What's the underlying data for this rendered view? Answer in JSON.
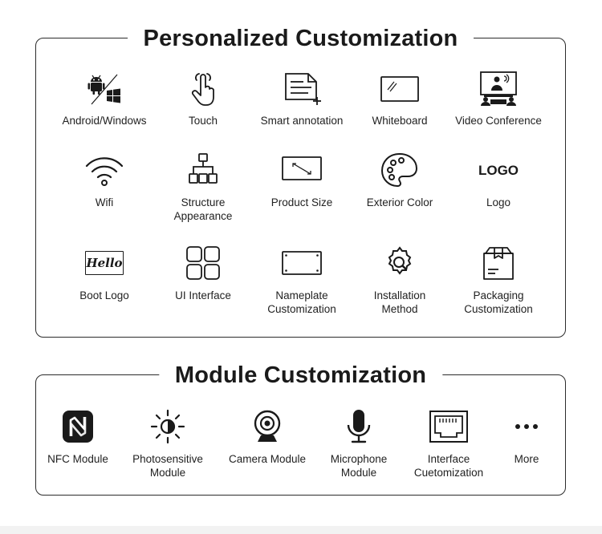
{
  "sections": {
    "personalized": {
      "title": "Personalized Customization",
      "items": [
        {
          "label": "Android/Windows",
          "icon": "android-windows-icon"
        },
        {
          "label": "Touch",
          "icon": "touch-hand-icon"
        },
        {
          "label": "Smart annotation",
          "icon": "annotation-document-icon"
        },
        {
          "label": "Whiteboard",
          "icon": "whiteboard-icon"
        },
        {
          "label": "Video Conference",
          "icon": "video-conference-icon"
        },
        {
          "label": "Wifi",
          "icon": "wifi-icon"
        },
        {
          "label": "Structure\nAppearance",
          "icon": "structure-hierarchy-icon"
        },
        {
          "label": "Product Size",
          "icon": "product-size-icon"
        },
        {
          "label": "Exterior Color",
          "icon": "color-palette-icon"
        },
        {
          "label": "Logo",
          "icon": "logo-text-icon",
          "icon_text": "LOGO"
        },
        {
          "label": "Boot Logo",
          "icon": "boot-logo-icon",
          "icon_text": "Hello"
        },
        {
          "label": "UI Interface",
          "icon": "ui-grid-icon"
        },
        {
          "label": "Nameplate\nCustomization",
          "icon": "nameplate-icon"
        },
        {
          "label": "Installation\nMethod",
          "icon": "installation-gear-icon"
        },
        {
          "label": "Packaging\nCustomization",
          "icon": "package-box-icon"
        }
      ]
    },
    "module": {
      "title": "Module Customization",
      "items": [
        {
          "label": "NFC Module",
          "icon": "nfc-icon"
        },
        {
          "label": "Photosensitive\nModule",
          "icon": "sun-brightness-icon"
        },
        {
          "label": "Camera Module",
          "icon": "webcam-icon"
        },
        {
          "label": "Microphone\nModule",
          "icon": "microphone-icon"
        },
        {
          "label": "Interface\nCuetomization",
          "icon": "ethernet-port-icon"
        },
        {
          "label": "More",
          "icon": "more-dots-icon"
        }
      ]
    }
  }
}
